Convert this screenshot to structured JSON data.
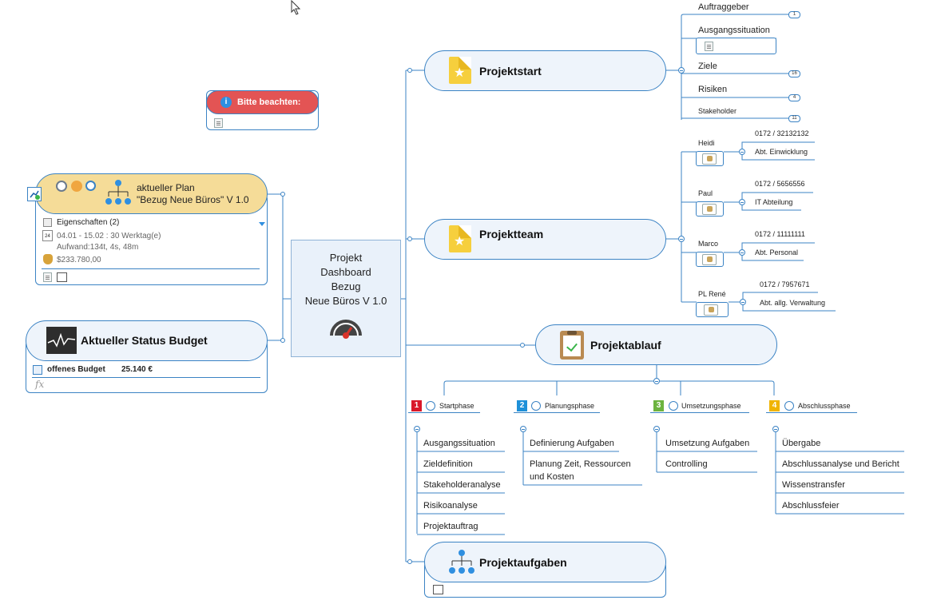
{
  "center": {
    "lines": [
      "Projekt",
      "Dashboard",
      "Bezug",
      "Neue Büros V 1.0"
    ]
  },
  "note_callout": {
    "label": "Bitte beachten:"
  },
  "plan": {
    "line1": "aktueller Plan",
    "line2": "\"Bezug Neue Büros\" V 1.0",
    "properties": "Eigenschaften (2)",
    "dates": "04.01 - 15.02 : 30 Werktag(e)",
    "effort": "Aufwand:134t, 4s, 48m",
    "cost": "$233.780,00",
    "calendar_day": "24"
  },
  "budget": {
    "title": "Aktueller Status Budget",
    "row_label": "offenes Budget",
    "row_value": "25.140 €",
    "fx": "fx"
  },
  "projektstart": {
    "title": "Projektstart",
    "children": [
      {
        "label": "Auftraggeber",
        "badge": "1"
      },
      {
        "label": "Ausgangssituation",
        "badge": ""
      },
      {
        "label": "Ziele",
        "badge": "16"
      },
      {
        "label": "Risiken",
        "badge": "4"
      },
      {
        "label": "Stakeholder",
        "badge": "11"
      }
    ]
  },
  "projektteam": {
    "title": "Projektteam",
    "members": [
      {
        "name": "Heidi",
        "phone": "0172 / 32132132",
        "dept": "Abt. Einwicklung"
      },
      {
        "name": "Paul",
        "phone": "0172 / 5656556",
        "dept": "IT Abteilung"
      },
      {
        "name": "Marco",
        "phone": "0172 / 11111111",
        "dept": "Abt. Personal"
      },
      {
        "name": "PL René",
        "phone": "0172 / 7957671",
        "dept": "Abt.  allg. Verwaltung"
      }
    ]
  },
  "projektablauf": {
    "title": "Projektablauf",
    "phases": [
      {
        "num": "1",
        "color": "#d9182a",
        "name": "Startphase",
        "items": [
          "Ausgangssituation",
          "Zieldefinition",
          "Stakeholderanalyse",
          "Risikoanalyse",
          "Projektauftrag"
        ]
      },
      {
        "num": "2",
        "color": "#1e90d8",
        "name": "Planungsphase",
        "items": [
          "Definierung Aufgaben",
          "Planung Zeit, Ressourcen",
          "und Kosten"
        ]
      },
      {
        "num": "3",
        "color": "#6cb33f",
        "name": "Umsetzungsphase",
        "items": [
          "Umsetzung Aufgaben",
          "Controlling"
        ]
      },
      {
        "num": "4",
        "color": "#f0b400",
        "name": "Abschlussphase",
        "items": [
          "Übergabe",
          "Abschlussanalyse und Bericht",
          "Wissenstransfer",
          "Abschlussfeier"
        ]
      }
    ]
  },
  "projektaufgaben": {
    "title": "Projektaufgaben"
  },
  "colors": {
    "line": "#3b83c4",
    "topic_bg": "#eef4fb",
    "plan_bg": "#f5dc98",
    "note_bg": "#e35454"
  }
}
